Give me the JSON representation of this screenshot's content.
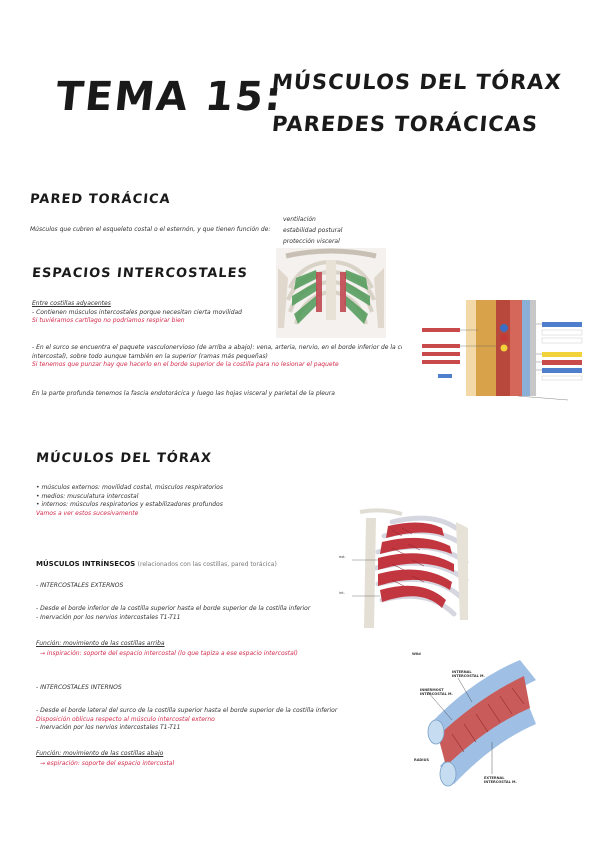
{
  "header": {
    "tema": "TEMA 15:",
    "title_line1": "MÚSCULOS DEL TÓRAX",
    "title_line2": "PAREDES TORÁCICAS"
  },
  "pared": {
    "heading": "PARED TORÁCICA",
    "text": "Músculos que cubren el esqueleto costal o el esternón, y que tienen función de:",
    "functions": [
      "ventilación",
      "estabilidad postural",
      "protección visceral"
    ]
  },
  "espacios": {
    "heading": "ESPACIOS INTERCOSTALES",
    "lines": [
      "Entre costillas adyacentes",
      "- Contienen músculos intercostales porque necesitan cierta movilidad",
      "Si tuviéramos cartílago no podríamos respirar bien",
      "- En el surco se encuentra el paquete vasculonervioso (de arriba a abajo): vena, arteria, nervio, en el borde inferior de la costilla (superior del espacio",
      "intercostal), sobre todo aunque también en la superior (ramas más pequeñas)",
      "Si tenemos que punzar hay que hacerlo en el borde superior de la costilla para no lesionar el paquete",
      "En la parte profunda tenemos la fascia endotorácica y luego las hojas visceral y parietal de la pleura"
    ]
  },
  "musculos": {
    "heading": "MÚCULOS DEL TÓRAX",
    "bullets": [
      "• músculos externos: movilidad costal, músculos respiratorios",
      "• medios: musculatura intercostal",
      "• internos: músculos respiratorios y estabilizadores profundos",
      "Vamos a ver estos sucesivamente"
    ]
  },
  "intrinsecos": {
    "heading": "MÚSCULOS INTRÍNSECOS",
    "note": "(relacionados con las costillas, pared torácica)",
    "ext_title": "- INTERCOSTALES EXTERNOS",
    "ext_lines": [
      "- Desde el borde inferior de la costilla superior hasta el borde superior de la costilla inferior",
      "- Inervación por los nervios intercostales T1-T11"
    ],
    "ext_func": "Función: movimiento de las costillas arriba",
    "ext_result": "→ inspiración: soporte del espacio intercostal (lo que tapiza a ese espacio intercostal)",
    "int_title": "- INTERCOSTALES INTERNOS",
    "int_lines": [
      "- Desde el borde lateral del surco de la costilla superior hasta el borde superior de la costilla inferior",
      "Disposición oblicua respecto al músculo intercostal externo",
      "- Inervación por los nervios intercostales T1-T11"
    ],
    "int_func": "Función: movimiento de las costillas abajo",
    "int_result": "→ espiración: soporte del espacio intercostal"
  },
  "figures": {
    "muscle_labels": [
      "INTERNAL INTERCOSTAL M.",
      "INNERMOST INTERCOSTAL M.",
      "EXTERNAL INTERCOSTAL M.",
      "RADIUS"
    ],
    "muscle_tag": "Wild",
    "rib_labels": [
      "ext.",
      "int."
    ]
  }
}
